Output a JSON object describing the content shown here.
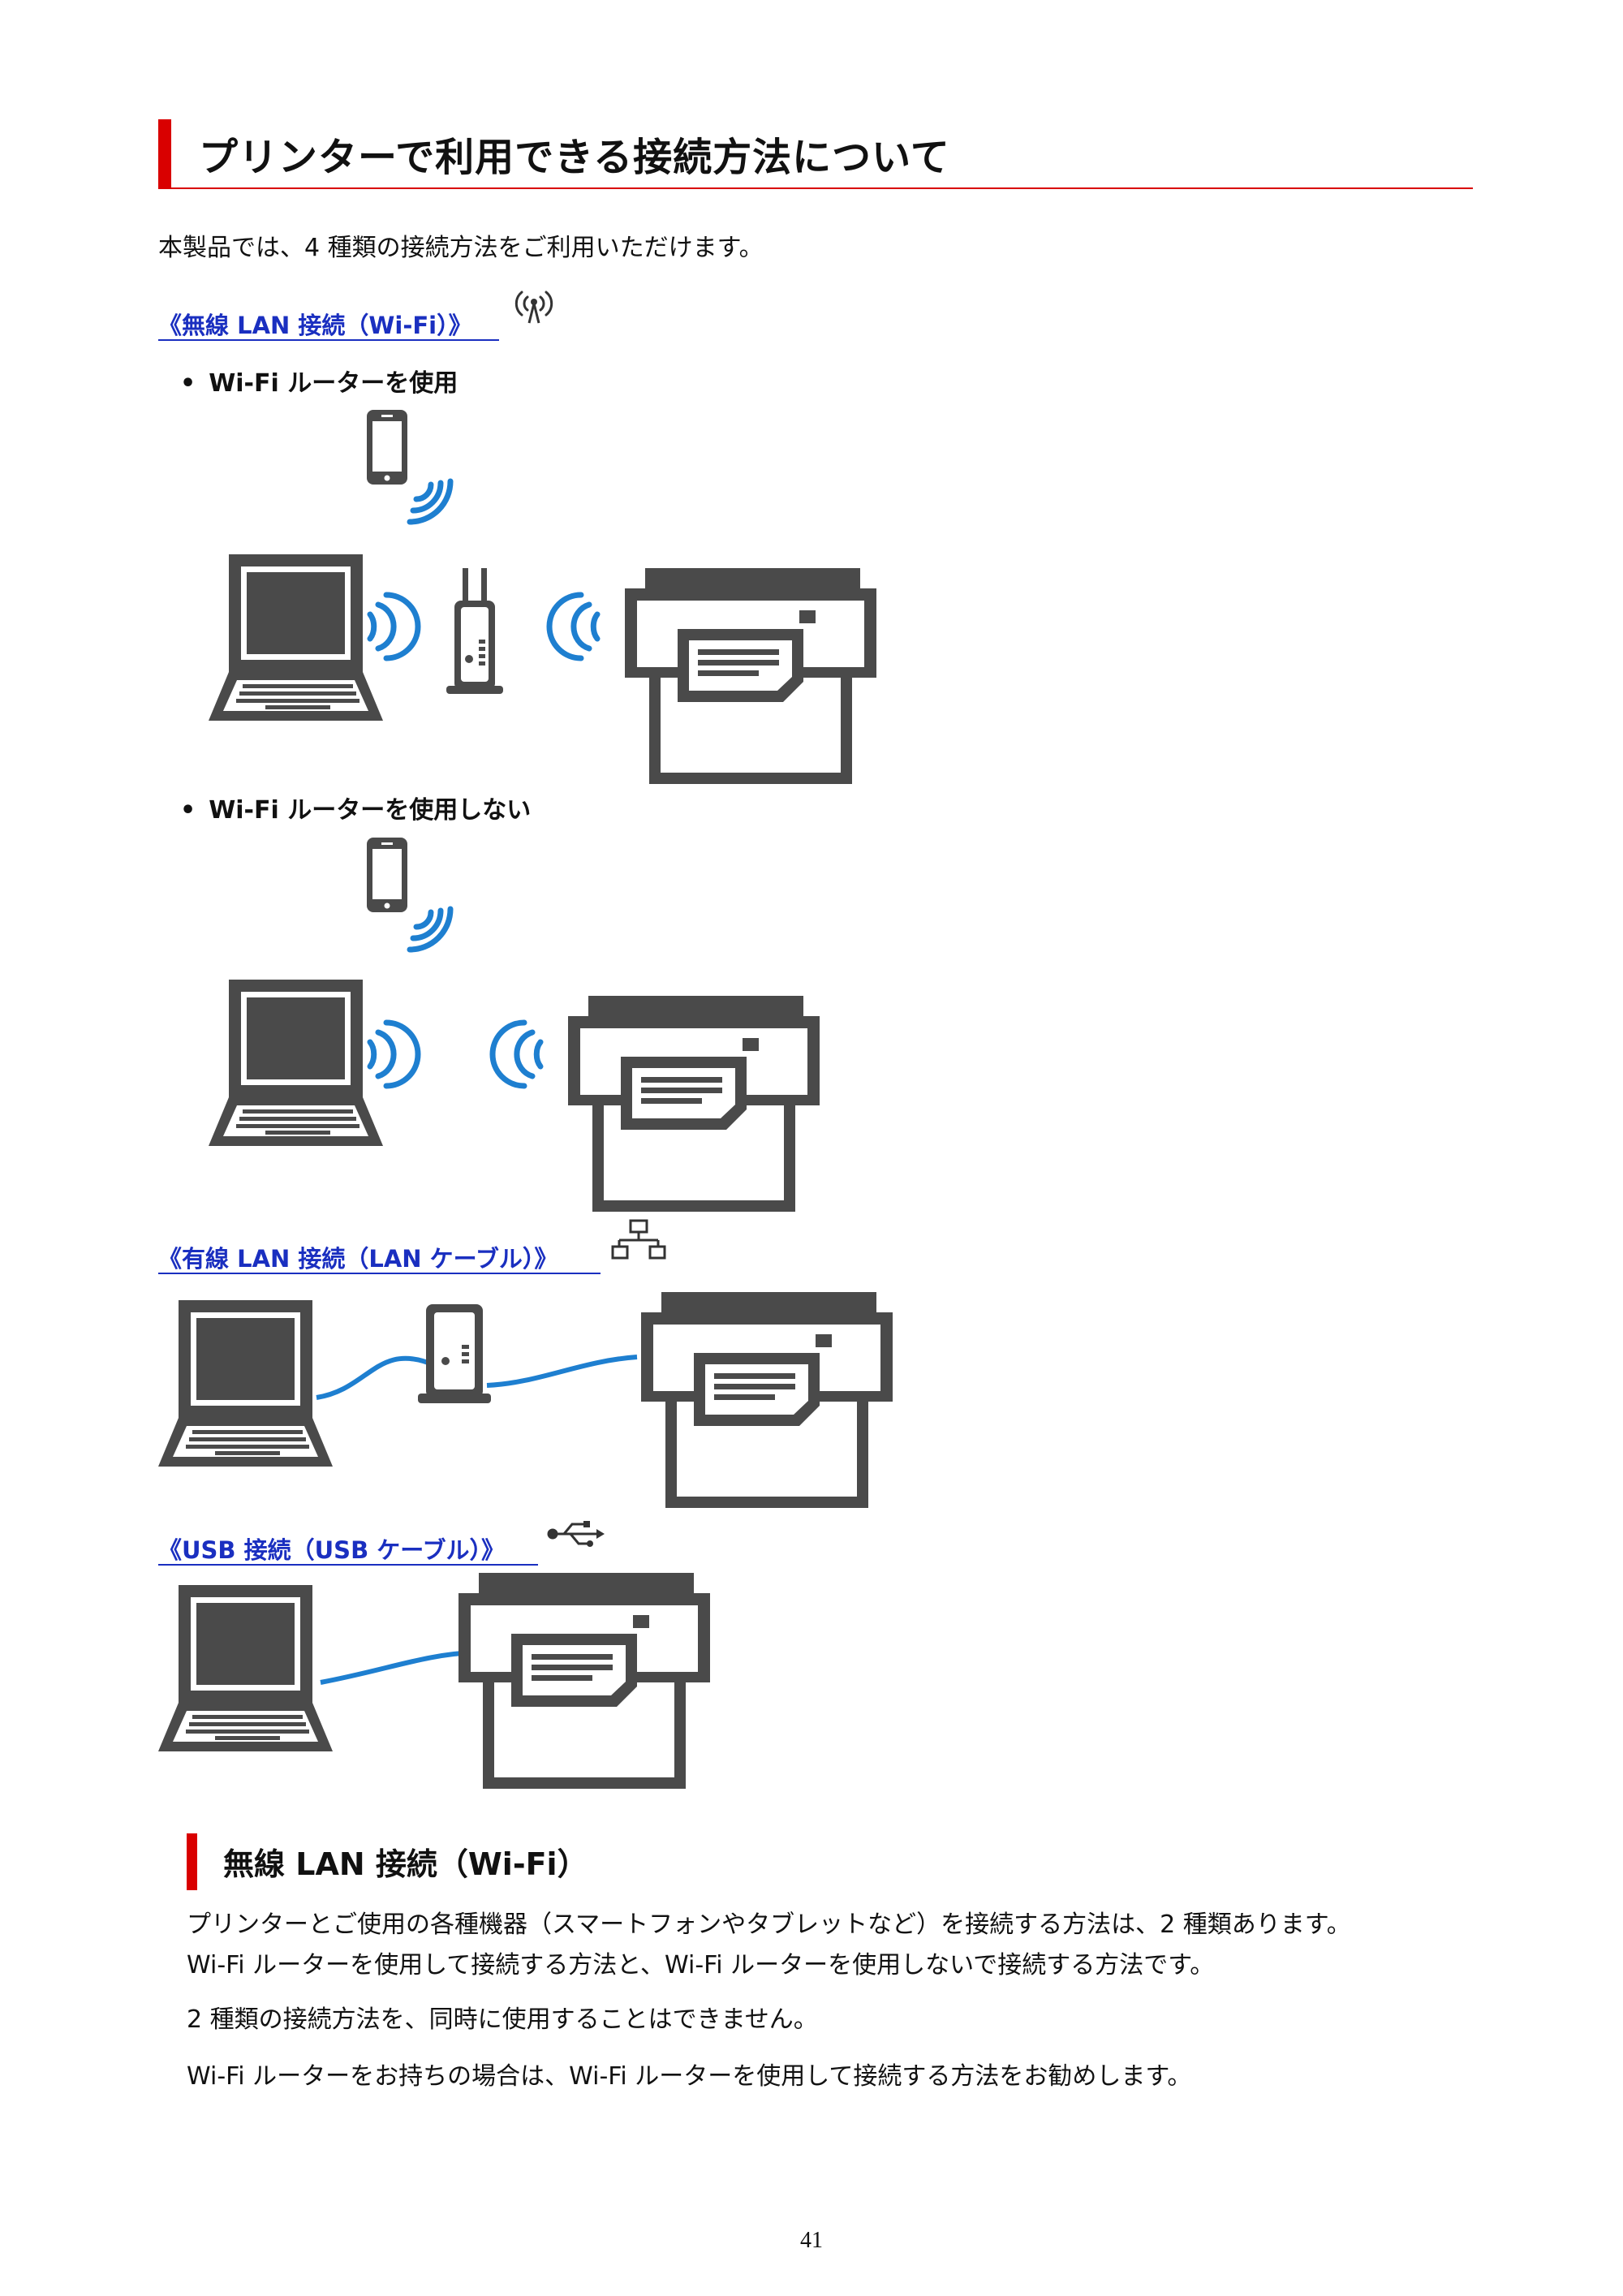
{
  "page": {
    "heading": "プリンターで利用できる接続方法について",
    "intro": "本製品では、4 種類の接続方法をご利用いただけます。",
    "page_number": "41"
  },
  "sections": {
    "wireless_link": "《無線 LAN 接続（Wi-Fi）》",
    "bullet_router": "Wi-Fi ルーターを使用",
    "bullet_no_router": "Wi-Fi ルーターを使用しない",
    "wired_link": "《有線 LAN 接続（LAN ケーブル）》",
    "usb_link": "《USB 接続（USB ケーブル）》"
  },
  "wireless_section": {
    "heading": "無線 LAN 接続（Wi-Fi）",
    "paragraphs": [
      "プリンターとご使用の各種機器（スマートフォンやタブレットなど）を接続する方法は、2 種類あります。",
      "Wi-Fi ルーターを使用して接続する方法と、Wi-Fi ルーターを使用しないで接続する方法です。",
      "2 種類の接続方法を、同時に使用することはできません。",
      "Wi-Fi ルーターをお持ちの場合は、Wi-Fi ルーターを使用して接続する方法をお勧めします。"
    ]
  },
  "colors": {
    "accent_red": "#d90000",
    "link_blue": "#1a2fc0",
    "wave_blue": "#1e7fd0",
    "device_gray": "#4a4a4a"
  },
  "icons": [
    "wifi-antenna-icon",
    "lan-network-icon",
    "usb-icon"
  ]
}
